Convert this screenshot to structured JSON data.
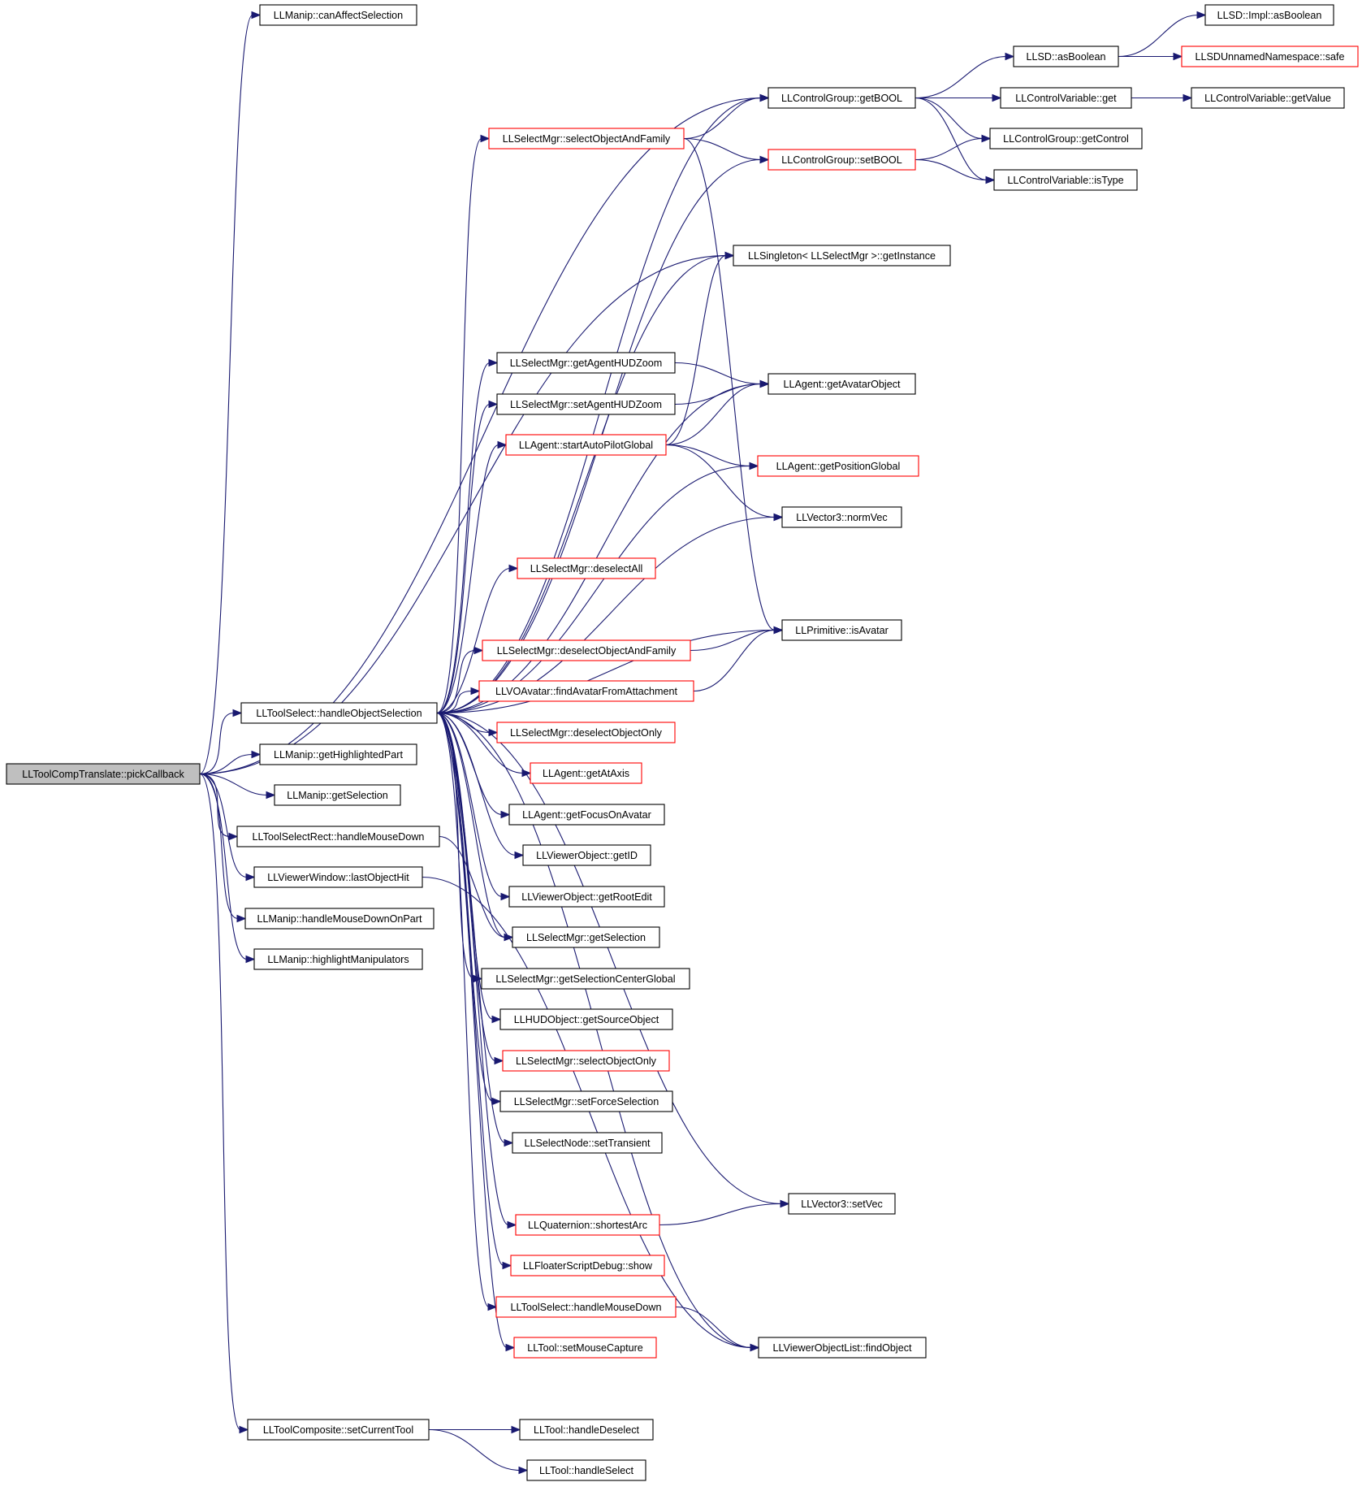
{
  "colors": {
    "edge": "#191970",
    "node_border": "#000000",
    "node_border_incomplete": "#ff0000",
    "root_fill": "#bfbfbf",
    "node_fill": "#ffffff",
    "text": "#000000"
  },
  "nodes": [
    {
      "id": "root",
      "label": "LLToolCompTranslate::pickCallback",
      "style": "root"
    },
    {
      "id": "canAffectSelection",
      "label": "LLManip::canAffectSelection",
      "style": "normal"
    },
    {
      "id": "getHighlightedPart",
      "label": "LLManip::getHighlightedPart",
      "style": "normal"
    },
    {
      "id": "manipGetSelection",
      "label": "LLManip::getSelection",
      "style": "normal"
    },
    {
      "id": "selectRectHandleMouseDown",
      "label": "LLToolSelectRect::handleMouseDown",
      "style": "normal"
    },
    {
      "id": "lastObjectHit",
      "label": "LLViewerWindow::lastObjectHit",
      "style": "normal"
    },
    {
      "id": "handleMouseDownOnPart",
      "label": "LLManip::handleMouseDownOnPart",
      "style": "normal"
    },
    {
      "id": "highlightManipulators",
      "label": "LLManip::highlightManipulators",
      "style": "normal"
    },
    {
      "id": "setCurrentTool",
      "label": "LLToolComposite::setCurrentTool",
      "style": "normal"
    },
    {
      "id": "handleObjectSelection",
      "label": "LLToolSelect::handleObjectSelection",
      "style": "normal"
    },
    {
      "id": "handleDeselect",
      "label": "LLTool::handleDeselect",
      "style": "normal"
    },
    {
      "id": "handleSelect",
      "label": "LLTool::handleSelect",
      "style": "normal"
    },
    {
      "id": "selectObjectAndFamily",
      "label": "LLSelectMgr::selectObjectAndFamily",
      "style": "incomplete"
    },
    {
      "id": "getAgentHUDZoom",
      "label": "LLSelectMgr::getAgentHUDZoom",
      "style": "normal"
    },
    {
      "id": "setAgentHUDZoom",
      "label": "LLSelectMgr::setAgentHUDZoom",
      "style": "normal"
    },
    {
      "id": "startAutoPilotGlobal",
      "label": "LLAgent::startAutoPilotGlobal",
      "style": "incomplete"
    },
    {
      "id": "deselectAll",
      "label": "LLSelectMgr::deselectAll",
      "style": "incomplete"
    },
    {
      "id": "deselectObjectAndFamily",
      "label": "LLSelectMgr::deselectObjectAndFamily",
      "style": "incomplete"
    },
    {
      "id": "findAvatarFromAttachment",
      "label": "LLVOAvatar::findAvatarFromAttachment",
      "style": "incomplete"
    },
    {
      "id": "deselectObjectOnly",
      "label": "LLSelectMgr::deselectObjectOnly",
      "style": "incomplete"
    },
    {
      "id": "getAtAxis",
      "label": "LLAgent::getAtAxis",
      "style": "incomplete"
    },
    {
      "id": "getFocusOnAvatar",
      "label": "LLAgent::getFocusOnAvatar",
      "style": "normal"
    },
    {
      "id": "getID",
      "label": "LLViewerObject::getID",
      "style": "normal"
    },
    {
      "id": "getRootEdit",
      "label": "LLViewerObject::getRootEdit",
      "style": "normal"
    },
    {
      "id": "selectMgrGetSelection",
      "label": "LLSelectMgr::getSelection",
      "style": "normal"
    },
    {
      "id": "getSelectionCenterGlobal",
      "label": "LLSelectMgr::getSelectionCenterGlobal",
      "style": "normal"
    },
    {
      "id": "getSourceObject",
      "label": "LLHUDObject::getSourceObject",
      "style": "normal"
    },
    {
      "id": "selectObjectOnly",
      "label": "LLSelectMgr::selectObjectOnly",
      "style": "incomplete"
    },
    {
      "id": "setForceSelection",
      "label": "LLSelectMgr::setForceSelection",
      "style": "normal"
    },
    {
      "id": "setTransient",
      "label": "LLSelectNode::setTransient",
      "style": "normal"
    },
    {
      "id": "shortestArc",
      "label": "LLQuaternion::shortestArc",
      "style": "incomplete"
    },
    {
      "id": "scriptDebugShow",
      "label": "LLFloaterScriptDebug::show",
      "style": "incomplete"
    },
    {
      "id": "toolSelectHandleMouseDown",
      "label": "LLToolSelect::handleMouseDown",
      "style": "incomplete"
    },
    {
      "id": "setMouseCapture",
      "label": "LLTool::setMouseCapture",
      "style": "incomplete"
    },
    {
      "id": "getBOOL",
      "label": "LLControlGroup::getBOOL",
      "style": "normal"
    },
    {
      "id": "setBOOL",
      "label": "LLControlGroup::setBOOL",
      "style": "incomplete"
    },
    {
      "id": "getInstance",
      "label": "LLSingleton< LLSelectMgr >::getInstance",
      "style": "normal"
    },
    {
      "id": "getAvatarObject",
      "label": "LLAgent::getAvatarObject",
      "style": "normal"
    },
    {
      "id": "getPositionGlobal",
      "label": "LLAgent::getPositionGlobal",
      "style": "incomplete"
    },
    {
      "id": "normVec",
      "label": "LLVector3::normVec",
      "style": "normal"
    },
    {
      "id": "isAvatar",
      "label": "LLPrimitive::isAvatar",
      "style": "normal"
    },
    {
      "id": "setVec",
      "label": "LLVector3::setVec",
      "style": "normal"
    },
    {
      "id": "findObject",
      "label": "LLViewerObjectList::findObject",
      "style": "normal"
    },
    {
      "id": "llsdAsBoolean",
      "label": "LLSD::asBoolean",
      "style": "normal"
    },
    {
      "id": "controlVariableGet",
      "label": "LLControlVariable::get",
      "style": "normal"
    },
    {
      "id": "getControl",
      "label": "LLControlGroup::getControl",
      "style": "normal"
    },
    {
      "id": "isType",
      "label": "LLControlVariable::isType",
      "style": "normal"
    },
    {
      "id": "implAsBoolean",
      "label": "LLSD::Impl::asBoolean",
      "style": "normal"
    },
    {
      "id": "safe",
      "label": "LLSDUnnamedNamespace::safe",
      "style": "incomplete"
    },
    {
      "id": "getValue",
      "label": "LLControlVariable::getValue",
      "style": "normal"
    }
  ],
  "edges": [
    [
      "root",
      "canAffectSelection"
    ],
    [
      "root",
      "getBOOL"
    ],
    [
      "root",
      "getInstance"
    ],
    [
      "root",
      "handleObjectSelection"
    ],
    [
      "root",
      "getHighlightedPart"
    ],
    [
      "root",
      "manipGetSelection"
    ],
    [
      "root",
      "selectRectHandleMouseDown"
    ],
    [
      "root",
      "lastObjectHit"
    ],
    [
      "root",
      "handleMouseDownOnPart"
    ],
    [
      "root",
      "highlightManipulators"
    ],
    [
      "root",
      "setCurrentTool"
    ],
    [
      "handleObjectSelection",
      "getBOOL"
    ],
    [
      "handleObjectSelection",
      "selectObjectAndFamily"
    ],
    [
      "handleObjectSelection",
      "setBOOL"
    ],
    [
      "handleObjectSelection",
      "getInstance"
    ],
    [
      "handleObjectSelection",
      "getAvatarObject"
    ],
    [
      "handleObjectSelection",
      "getAgentHUDZoom"
    ],
    [
      "handleObjectSelection",
      "setAgentHUDZoom"
    ],
    [
      "handleObjectSelection",
      "startAutoPilotGlobal"
    ],
    [
      "handleObjectSelection",
      "getPositionGlobal"
    ],
    [
      "handleObjectSelection",
      "normVec"
    ],
    [
      "handleObjectSelection",
      "deselectAll"
    ],
    [
      "handleObjectSelection",
      "isAvatar"
    ],
    [
      "handleObjectSelection",
      "deselectObjectAndFamily"
    ],
    [
      "handleObjectSelection",
      "findAvatarFromAttachment"
    ],
    [
      "handleObjectSelection",
      "deselectObjectOnly"
    ],
    [
      "handleObjectSelection",
      "getAtAxis"
    ],
    [
      "handleObjectSelection",
      "getFocusOnAvatar"
    ],
    [
      "handleObjectSelection",
      "getID"
    ],
    [
      "handleObjectSelection",
      "getRootEdit"
    ],
    [
      "handleObjectSelection",
      "selectMgrGetSelection"
    ],
    [
      "handleObjectSelection",
      "getSelectionCenterGlobal"
    ],
    [
      "handleObjectSelection",
      "getSourceObject"
    ],
    [
      "handleObjectSelection",
      "selectObjectOnly"
    ],
    [
      "handleObjectSelection",
      "setForceSelection"
    ],
    [
      "handleObjectSelection",
      "setTransient"
    ],
    [
      "handleObjectSelection",
      "setVec"
    ],
    [
      "handleObjectSelection",
      "shortestArc"
    ],
    [
      "handleObjectSelection",
      "scriptDebugShow"
    ],
    [
      "handleObjectSelection",
      "toolSelectHandleMouseDown"
    ],
    [
      "handleObjectSelection",
      "setMouseCapture"
    ],
    [
      "handleObjectSelection",
      "findObject"
    ],
    [
      "selectRectHandleMouseDown",
      "selectMgrGetSelection"
    ],
    [
      "lastObjectHit",
      "findObject"
    ],
    [
      "setCurrentTool",
      "handleDeselect"
    ],
    [
      "setCurrentTool",
      "handleSelect"
    ],
    [
      "selectObjectAndFamily",
      "getBOOL"
    ],
    [
      "selectObjectAndFamily",
      "setBOOL"
    ],
    [
      "selectObjectAndFamily",
      "isAvatar"
    ],
    [
      "getAgentHUDZoom",
      "getAvatarObject"
    ],
    [
      "setAgentHUDZoom",
      "getAvatarObject"
    ],
    [
      "startAutoPilotGlobal",
      "getInstance"
    ],
    [
      "startAutoPilotGlobal",
      "getAvatarObject"
    ],
    [
      "startAutoPilotGlobal",
      "getPositionGlobal"
    ],
    [
      "startAutoPilotGlobal",
      "normVec"
    ],
    [
      "deselectObjectAndFamily",
      "isAvatar"
    ],
    [
      "findAvatarFromAttachment",
      "isAvatar"
    ],
    [
      "shortestArc",
      "setVec"
    ],
    [
      "toolSelectHandleMouseDown",
      "findObject"
    ],
    [
      "getBOOL",
      "llsdAsBoolean"
    ],
    [
      "getBOOL",
      "controlVariableGet"
    ],
    [
      "getBOOL",
      "getControl"
    ],
    [
      "getBOOL",
      "isType"
    ],
    [
      "setBOOL",
      "getControl"
    ],
    [
      "setBOOL",
      "isType"
    ],
    [
      "llsdAsBoolean",
      "implAsBoolean"
    ],
    [
      "llsdAsBoolean",
      "safe"
    ],
    [
      "controlVariableGet",
      "getValue"
    ]
  ]
}
